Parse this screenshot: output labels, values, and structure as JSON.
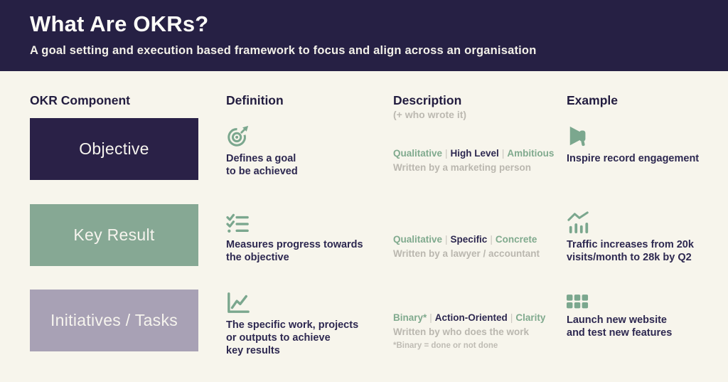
{
  "header": {
    "title": "What Are OKRs?",
    "subtitle": "A goal setting and execution based framework to focus and align across an organisation"
  },
  "columns": {
    "component": "OKR Component",
    "definition": "Definition",
    "description": "Description",
    "description_sub": "(+ who wrote it)",
    "example": "Example"
  },
  "misc": {
    "separator": "|"
  },
  "colors": {
    "header_bg": "#262044",
    "page_bg": "#f7f5ec",
    "accent_green": "#7ba78e",
    "muted_gray": "#bab7af",
    "dark_text": "#2d2850",
    "objective_box": "#2a2147",
    "key_result_box": "#86a894",
    "initiatives_box": "#a8a1b5"
  },
  "rows": [
    {
      "component": "Objective",
      "definition_icon": "target-arrow-icon",
      "definition": "Defines a goal\nto be achieved",
      "tag1": "Qualitative",
      "tag2": "High Level",
      "tag3": "Ambitious",
      "written_by": "Written by a marketing person",
      "example_icon": "megaphone-icon",
      "example": "Inspire record engagement"
    },
    {
      "component": "Key Result",
      "definition_icon": "checklist-icon",
      "definition": "Measures progress towards\nthe objective",
      "tag1": "Qualitative",
      "tag2": "Specific",
      "tag3": "Concrete",
      "written_by": "Written by a lawyer / accountant",
      "example_icon": "bar-chart-trend-icon",
      "example": "Traffic increases from 20k\nvisits/month to 28k by Q2"
    },
    {
      "component": "Initiatives / Tasks",
      "definition_icon": "line-chart-icon",
      "definition": "The specific work, projects\nor outputs to achieve\nkey results",
      "tag1": "Binary*",
      "tag2": "Action-Oriented",
      "tag3": "Clarity",
      "written_by": "Written by who does the work",
      "footnote": "*Binary = done or not done",
      "example_icon": "squares-grid-icon",
      "example": "Launch new website\nand test new features"
    }
  ]
}
